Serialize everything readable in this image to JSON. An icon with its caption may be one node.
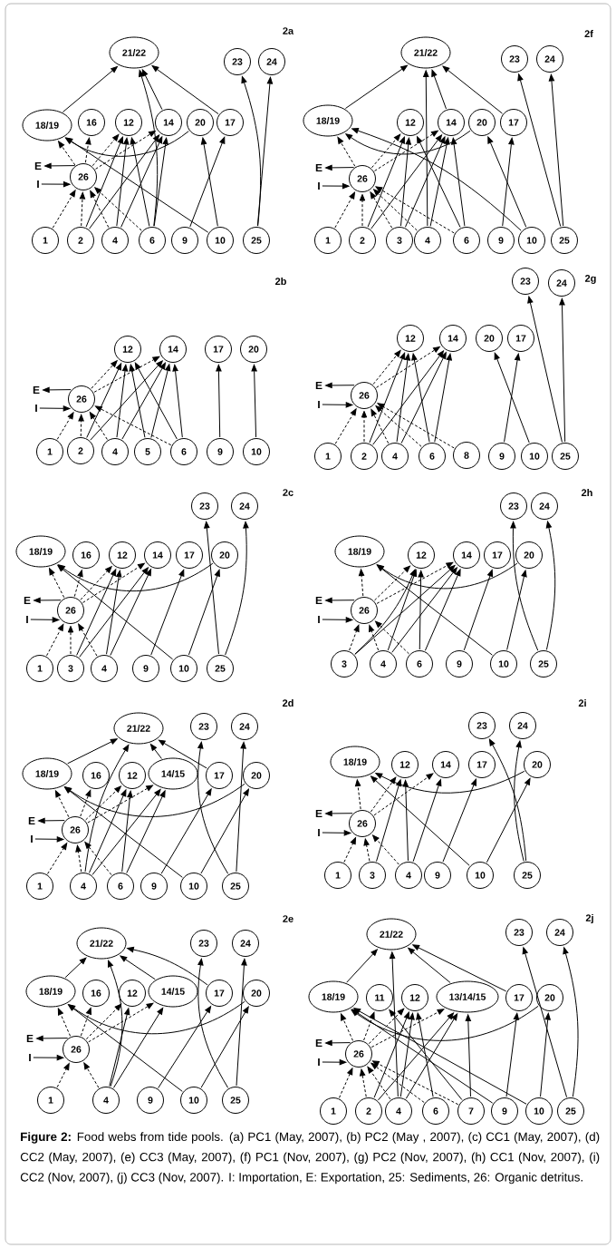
{
  "diagram": {
    "caption": "**Figure 2:** Food webs from tide pools. (a) PC1 (May, 2007), (b) PC2 (May , 2007), (c) CC1 (May, 2007), (d) CC2 (May, 2007), (e) CC3 (May, 2007), (f) PC1 (Nov, 2007), (g) PC2 (Nov, 2007), (h) CC1 (Nov, 2007), (i) CC2 (Nov, 2007), (j) CC3 (Nov, 2007). I: Importation, E: Exportation, 25: Sediments, 26: Organic detritus.",
    "nodes": [
      {
        "text": [
          "21/22"
        ]
      },
      {
        "text": [
          "23"
        ]
      },
      {
        "text": [
          "24"
        ]
      },
      {
        "text": [
          "18/19"
        ]
      },
      {
        "text": [
          "16"
        ]
      },
      {
        "text": [
          "12"
        ]
      },
      {
        "text": [
          "14"
        ]
      },
      {
        "text": [
          "20"
        ]
      },
      {
        "text": [
          "17"
        ]
      },
      {
        "text": [
          "E"
        ]
      },
      {
        "text": [
          "26"
        ]
      },
      {
        "text": [
          "I"
        ]
      },
      {
        "text": [
          "1"
        ]
      },
      {
        "text": [
          "2"
        ]
      },
      {
        "text": [
          "4"
        ]
      },
      {
        "text": [
          "6"
        ]
      },
      {
        "text": [
          "9"
        ]
      },
      {
        "text": [
          "10"
        ]
      },
      {
        "text": [
          "25"
        ]
      },
      {
        "text": [
          "21/22"
        ]
      },
      {
        "text": [
          "23"
        ]
      },
      {
        "text": [
          "24"
        ]
      },
      {
        "text": [
          "18/19"
        ]
      },
      {
        "text": [
          "12"
        ]
      },
      {
        "text": [
          "14"
        ]
      },
      {
        "text": [
          "20"
        ]
      },
      {
        "text": [
          "17"
        ]
      },
      {
        "text": [
          "E"
        ]
      },
      {
        "text": [
          "26"
        ]
      },
      {
        "text": [
          "I"
        ]
      },
      {
        "text": [
          "1"
        ]
      },
      {
        "text": [
          "2"
        ]
      },
      {
        "text": [
          "3"
        ]
      },
      {
        "text": [
          "4"
        ]
      },
      {
        "text": [
          "6"
        ]
      },
      {
        "text": [
          "9"
        ]
      },
      {
        "text": [
          "10"
        ]
      },
      {
        "text": [
          "25"
        ]
      },
      {
        "text": [
          "12"
        ]
      },
      {
        "text": [
          "14"
        ]
      },
      {
        "text": [
          "17"
        ]
      },
      {
        "text": [
          "20"
        ]
      },
      {
        "text": [
          "E"
        ]
      },
      {
        "text": [
          "26"
        ]
      },
      {
        "text": [
          "I"
        ]
      },
      {
        "text": [
          "1"
        ]
      },
      {
        "text": [
          "2"
        ]
      },
      {
        "text": [
          "4"
        ]
      },
      {
        "text": [
          "5"
        ]
      },
      {
        "text": [
          "6"
        ]
      },
      {
        "text": [
          "9"
        ]
      },
      {
        "text": [
          "10"
        ]
      },
      {
        "text": [
          "23"
        ]
      },
      {
        "text": [
          "24"
        ]
      },
      {
        "text": [
          "12"
        ]
      },
      {
        "text": [
          "14"
        ]
      },
      {
        "text": [
          "20"
        ]
      },
      {
        "text": [
          "17"
        ]
      },
      {
        "text": [
          "E"
        ]
      },
      {
        "text": [
          "26"
        ]
      },
      {
        "text": [
          "I"
        ]
      },
      {
        "text": [
          "1"
        ]
      },
      {
        "text": [
          "2"
        ]
      },
      {
        "text": [
          "4"
        ]
      },
      {
        "text": [
          "6"
        ]
      },
      {
        "text": [
          "8"
        ]
      },
      {
        "text": [
          "9"
        ]
      },
      {
        "text": [
          "10"
        ]
      },
      {
        "text": [
          "25"
        ]
      },
      {
        "text": [
          "23"
        ]
      },
      {
        "text": [
          "24"
        ]
      },
      {
        "text": [
          "18/19"
        ]
      },
      {
        "text": [
          "16"
        ]
      },
      {
        "text": [
          "12"
        ]
      },
      {
        "text": [
          "14"
        ]
      },
      {
        "text": [
          "17"
        ]
      },
      {
        "text": [
          "20"
        ]
      },
      {
        "text": [
          "E"
        ]
      },
      {
        "text": [
          "26"
        ]
      },
      {
        "text": [
          "I"
        ]
      },
      {
        "text": [
          "1"
        ]
      },
      {
        "text": [
          "3"
        ]
      },
      {
        "text": [
          "4"
        ]
      },
      {
        "text": [
          "9"
        ]
      },
      {
        "text": [
          "10"
        ]
      },
      {
        "text": [
          "25"
        ]
      },
      {
        "text": [
          "23"
        ]
      },
      {
        "text": [
          "24"
        ]
      },
      {
        "text": [
          "18/19"
        ]
      },
      {
        "text": [
          "12"
        ]
      },
      {
        "text": [
          "14"
        ]
      },
      {
        "text": [
          "17"
        ]
      },
      {
        "text": [
          "20"
        ]
      },
      {
        "text": [
          "E"
        ]
      },
      {
        "text": [
          "26"
        ]
      },
      {
        "text": [
          "I"
        ]
      },
      {
        "text": [
          "3"
        ]
      },
      {
        "text": [
          "4"
        ]
      },
      {
        "text": [
          "6"
        ]
      },
      {
        "text": [
          "9"
        ]
      },
      {
        "text": [
          "10"
        ]
      },
      {
        "text": [
          "25"
        ]
      },
      {
        "text": [
          "21/22"
        ]
      },
      {
        "text": [
          "23"
        ]
      },
      {
        "text": [
          "24"
        ]
      },
      {
        "text": [
          "18/19"
        ]
      },
      {
        "text": [
          "16"
        ]
      },
      {
        "text": [
          "12"
        ]
      },
      {
        "text": [
          "14/15"
        ]
      },
      {
        "text": [
          "17"
        ]
      },
      {
        "text": [
          "20"
        ]
      },
      {
        "text": [
          "E"
        ]
      },
      {
        "text": [
          "26"
        ]
      },
      {
        "text": [
          "I"
        ]
      },
      {
        "text": [
          "1"
        ]
      },
      {
        "text": [
          "4"
        ]
      },
      {
        "text": [
          "6"
        ]
      },
      {
        "text": [
          "9"
        ]
      },
      {
        "text": [
          "10"
        ]
      },
      {
        "text": [
          "25"
        ]
      },
      {
        "text": [
          "23"
        ]
      },
      {
        "text": [
          "24"
        ]
      },
      {
        "text": [
          "18/19"
        ]
      },
      {
        "text": [
          "12"
        ]
      },
      {
        "text": [
          "14"
        ]
      },
      {
        "text": [
          "17"
        ]
      },
      {
        "text": [
          "20"
        ]
      },
      {
        "text": [
          "E"
        ]
      },
      {
        "text": [
          "26"
        ]
      },
      {
        "text": [
          "I"
        ]
      },
      {
        "text": [
          "1"
        ]
      },
      {
        "text": [
          "3"
        ]
      },
      {
        "text": [
          "4"
        ]
      },
      {
        "text": [
          "9"
        ]
      },
      {
        "text": [
          "10"
        ]
      },
      {
        "text": [
          "25"
        ]
      },
      {
        "text": [
          "21/22"
        ]
      },
      {
        "text": [
          "23"
        ]
      },
      {
        "text": [
          "24"
        ]
      },
      {
        "text": [
          "18/19"
        ]
      },
      {
        "text": [
          "16"
        ]
      },
      {
        "text": [
          "12"
        ]
      },
      {
        "text": [
          "14/15"
        ]
      },
      {
        "text": [
          "17"
        ]
      },
      {
        "text": [
          "20"
        ]
      },
      {
        "text": [
          "E"
        ]
      },
      {
        "text": [
          "26"
        ]
      },
      {
        "text": [
          "I"
        ]
      },
      {
        "text": [
          "1"
        ]
      },
      {
        "text": [
          "4"
        ]
      },
      {
        "text": [
          "9"
        ]
      },
      {
        "text": [
          "10"
        ]
      },
      {
        "text": [
          "25"
        ]
      },
      {
        "text": [
          "21/22"
        ]
      },
      {
        "text": [
          "23"
        ]
      },
      {
        "text": [
          "24"
        ]
      },
      {
        "text": [
          "18/19"
        ]
      },
      {
        "text": [
          "11"
        ]
      },
      {
        "text": [
          "12"
        ]
      },
      {
        "text": [
          "13/14/15"
        ]
      },
      {
        "text": [
          "17"
        ]
      },
      {
        "text": [
          "20"
        ]
      },
      {
        "text": [
          "E"
        ]
      },
      {
        "text": [
          "26"
        ]
      },
      {
        "text": [
          "I"
        ]
      },
      {
        "text": [
          "1"
        ]
      },
      {
        "text": [
          "2"
        ]
      },
      {
        "text": [
          "4"
        ]
      },
      {
        "text": [
          "6"
        ]
      },
      {
        "text": [
          "7"
        ]
      },
      {
        "text": [
          "9"
        ]
      },
      {
        "text": [
          "10"
        ]
      },
      {
        "text": [
          "25"
        ]
      }
    ],
    "edges": [
      {
        "from": 3,
        "to": 0,
        "arrow": "to"
      },
      {
        "from": 6,
        "to": 0,
        "arrow": "to"
      },
      {
        "from": 8,
        "to": 0,
        "arrow": "to"
      },
      {
        "from": 15,
        "to": 0,
        "arrow": "to"
      },
      {
        "from": 18,
        "to": 1,
        "arrow": "to"
      },
      {
        "from": 18,
        "to": 2,
        "arrow": "to"
      },
      {
        "from": 10,
        "to": 9,
        "arrow": "to"
      },
      {
        "from": 11,
        "to": 10,
        "arrow": "to"
      },
      {
        "from": 12,
        "to": 10,
        "arrow": "to",
        "style": "dashed"
      },
      {
        "from": 13,
        "to": 10,
        "arrow": "to",
        "style": "dashed"
      },
      {
        "from": 14,
        "to": 10,
        "arrow": "to",
        "style": "dashed"
      },
      {
        "from": 15,
        "to": 10,
        "arrow": "to",
        "style": "dashed"
      },
      {
        "from": 10,
        "to": 3,
        "arrow": "to",
        "style": "dashed"
      },
      {
        "from": 10,
        "to": 4,
        "arrow": "to",
        "style": "dashed"
      },
      {
        "from": 10,
        "to": 5,
        "arrow": "to",
        "style": "dashed"
      },
      {
        "from": 10,
        "to": 6,
        "arrow": "to",
        "style": "dashed"
      },
      {
        "from": 7,
        "to": 3,
        "arrow": "to"
      },
      {
        "from": 13,
        "to": 5,
        "arrow": "to"
      },
      {
        "from": 14,
        "to": 5,
        "arrow": "to"
      },
      {
        "from": 13,
        "to": 6,
        "arrow": "to"
      },
      {
        "from": 14,
        "to": 6,
        "arrow": "to"
      },
      {
        "from": 15,
        "to": 6,
        "arrow": "to"
      },
      {
        "from": 15,
        "to": 5,
        "arrow": "to"
      },
      {
        "from": 17,
        "to": 3,
        "arrow": "to"
      },
      {
        "from": 17,
        "to": 7,
        "arrow": "to"
      },
      {
        "from": 16,
        "to": 8,
        "arrow": "to"
      },
      {
        "from": 22,
        "to": 19,
        "arrow": "to"
      },
      {
        "from": 33,
        "to": 19,
        "arrow": "to"
      },
      {
        "from": 24,
        "to": 19,
        "arrow": "to"
      },
      {
        "from": 26,
        "to": 19,
        "arrow": "to"
      },
      {
        "from": 37,
        "to": 20,
        "arrow": "to"
      },
      {
        "from": 37,
        "to": 21,
        "arrow": "to"
      },
      {
        "from": 28,
        "to": 27,
        "arrow": "to"
      },
      {
        "from": 29,
        "to": 28,
        "arrow": "to"
      },
      {
        "from": 30,
        "to": 28,
        "arrow": "to",
        "style": "dashed"
      },
      {
        "from": 31,
        "to": 28,
        "arrow": "to",
        "style": "dashed"
      },
      {
        "from": 32,
        "to": 28,
        "arrow": "to",
        "style": "dashed"
      },
      {
        "from": 33,
        "to": 28,
        "arrow": "to",
        "style": "dashed"
      },
      {
        "from": 34,
        "to": 28,
        "arrow": "to",
        "style": "dashed"
      },
      {
        "from": 28,
        "to": 22,
        "arrow": "to",
        "style": "dashed"
      },
      {
        "from": 28,
        "to": 23,
        "arrow": "to",
        "style": "dashed"
      },
      {
        "from": 28,
        "to": 24,
        "arrow": "to",
        "style": "dashed"
      },
      {
        "from": 25,
        "to": 22,
        "arrow": "to"
      },
      {
        "from": 31,
        "to": 23,
        "arrow": "to"
      },
      {
        "from": 32,
        "to": 23,
        "arrow": "to"
      },
      {
        "from": 31,
        "to": 24,
        "arrow": "to"
      },
      {
        "from": 32,
        "to": 24,
        "arrow": "to"
      },
      {
        "from": 33,
        "to": 24,
        "arrow": "to"
      },
      {
        "from": 34,
        "to": 24,
        "arrow": "to"
      },
      {
        "from": 34,
        "to": 23,
        "arrow": "to"
      },
      {
        "from": 36,
        "to": 22,
        "arrow": "to"
      },
      {
        "from": 36,
        "to": 25,
        "arrow": "to"
      },
      {
        "from": 35,
        "to": 26,
        "arrow": "to"
      },
      {
        "from": 43,
        "to": 42,
        "arrow": "to"
      },
      {
        "from": 44,
        "to": 43,
        "arrow": "to"
      },
      {
        "from": 45,
        "to": 43,
        "arrow": "to",
        "style": "dashed"
      },
      {
        "from": 46,
        "to": 43,
        "arrow": "to",
        "style": "dashed"
      },
      {
        "from": 47,
        "to": 43,
        "arrow": "to",
        "style": "dashed"
      },
      {
        "from": 49,
        "to": 43,
        "arrow": "to",
        "style": "dashed"
      },
      {
        "from": 43,
        "to": 38,
        "arrow": "to",
        "style": "dashed"
      },
      {
        "from": 43,
        "to": 39,
        "arrow": "to",
        "style": "dashed"
      },
      {
        "from": 46,
        "to": 38,
        "arrow": "to"
      },
      {
        "from": 47,
        "to": 38,
        "arrow": "to"
      },
      {
        "from": 48,
        "to": 38,
        "arrow": "to"
      },
      {
        "from": 49,
        "to": 38,
        "arrow": "to"
      },
      {
        "from": 46,
        "to": 39,
        "arrow": "to"
      },
      {
        "from": 47,
        "to": 39,
        "arrow": "to"
      },
      {
        "from": 48,
        "to": 39,
        "arrow": "to"
      },
      {
        "from": 49,
        "to": 39,
        "arrow": "to"
      },
      {
        "from": 50,
        "to": 40,
        "arrow": "to"
      },
      {
        "from": 51,
        "to": 41,
        "arrow": "to"
      },
      {
        "from": 59,
        "to": 58,
        "arrow": "to"
      },
      {
        "from": 60,
        "to": 59,
        "arrow": "to"
      },
      {
        "from": 61,
        "to": 59,
        "arrow": "to",
        "style": "dashed"
      },
      {
        "from": 62,
        "to": 59,
        "arrow": "to",
        "style": "dashed"
      },
      {
        "from": 63,
        "to": 59,
        "arrow": "to",
        "style": "dashed"
      },
      {
        "from": 64,
        "to": 59,
        "arrow": "to",
        "style": "dashed"
      },
      {
        "from": 65,
        "to": 59,
        "arrow": "to",
        "style": "dashed"
      },
      {
        "from": 59,
        "to": 54,
        "arrow": "to",
        "style": "dashed"
      },
      {
        "from": 59,
        "to": 55,
        "arrow": "to",
        "style": "dashed"
      },
      {
        "from": 62,
        "to": 54,
        "arrow": "to"
      },
      {
        "from": 63,
        "to": 54,
        "arrow": "to"
      },
      {
        "from": 64,
        "to": 54,
        "arrow": "to"
      },
      {
        "from": 62,
        "to": 55,
        "arrow": "to"
      },
      {
        "from": 63,
        "to": 55,
        "arrow": "to"
      },
      {
        "from": 64,
        "to": 55,
        "arrow": "to"
      },
      {
        "from": 67,
        "to": 56,
        "arrow": "to"
      },
      {
        "from": 66,
        "to": 57,
        "arrow": "to"
      },
      {
        "from": 68,
        "to": 52,
        "arrow": "to"
      },
      {
        "from": 68,
        "to": 53,
        "arrow": "to"
      },
      {
        "from": 76,
        "to": 71,
        "arrow": "to"
      },
      {
        "from": 78,
        "to": 77,
        "arrow": "to"
      },
      {
        "from": 79,
        "to": 78,
        "arrow": "to"
      },
      {
        "from": 80,
        "to": 78,
        "arrow": "to",
        "style": "dashed"
      },
      {
        "from": 81,
        "to": 78,
        "arrow": "to",
        "style": "dashed"
      },
      {
        "from": 82,
        "to": 78,
        "arrow": "to",
        "style": "dashed"
      },
      {
        "from": 78,
        "to": 71,
        "arrow": "to",
        "style": "dashed"
      },
      {
        "from": 78,
        "to": 72,
        "arrow": "to",
        "style": "dashed"
      },
      {
        "from": 78,
        "to": 73,
        "arrow": "to",
        "style": "dashed"
      },
      {
        "from": 78,
        "to": 74,
        "arrow": "to",
        "style": "dashed"
      },
      {
        "from": 81,
        "to": 73,
        "arrow": "to"
      },
      {
        "from": 82,
        "to": 73,
        "arrow": "to"
      },
      {
        "from": 81,
        "to": 74,
        "arrow": "to"
      },
      {
        "from": 82,
        "to": 74,
        "arrow": "to"
      },
      {
        "from": 83,
        "to": 75,
        "arrow": "to"
      },
      {
        "from": 84,
        "to": 76,
        "arrow": "to"
      },
      {
        "from": 84,
        "to": 71,
        "arrow": "to"
      },
      {
        "from": 85,
        "to": 69,
        "arrow": "to"
      },
      {
        "from": 85,
        "to": 70,
        "arrow": "to"
      },
      {
        "from": 92,
        "to": 88,
        "arrow": "to"
      },
      {
        "from": 94,
        "to": 93,
        "arrow": "to"
      },
      {
        "from": 95,
        "to": 94,
        "arrow": "to"
      },
      {
        "from": 96,
        "to": 94,
        "arrow": "to",
        "style": "dashed"
      },
      {
        "from": 97,
        "to": 94,
        "arrow": "to",
        "style": "dashed"
      },
      {
        "from": 98,
        "to": 94,
        "arrow": "to",
        "style": "dashed"
      },
      {
        "from": 94,
        "to": 88,
        "arrow": "to",
        "style": "dashed"
      },
      {
        "from": 94,
        "to": 89,
        "arrow": "to",
        "style": "dashed"
      },
      {
        "from": 94,
        "to": 90,
        "arrow": "to",
        "style": "dashed"
      },
      {
        "from": 96,
        "to": 89,
        "arrow": "to"
      },
      {
        "from": 97,
        "to": 89,
        "arrow": "to"
      },
      {
        "from": 96,
        "to": 90,
        "arrow": "to"
      },
      {
        "from": 97,
        "to": 90,
        "arrow": "to"
      },
      {
        "from": 98,
        "to": 90,
        "arrow": "to"
      },
      {
        "from": 98,
        "to": 89,
        "arrow": "to"
      },
      {
        "from": 99,
        "to": 91,
        "arrow": "to"
      },
      {
        "from": 100,
        "to": 88,
        "arrow": "to"
      },
      {
        "from": 100,
        "to": 92,
        "arrow": "to"
      },
      {
        "from": 101,
        "to": 86,
        "arrow": "to"
      },
      {
        "from": 101,
        "to": 87,
        "arrow": "to"
      },
      {
        "from": 105,
        "to": 102,
        "arrow": "to"
      },
      {
        "from": 108,
        "to": 102,
        "arrow": "to"
      },
      {
        "from": 109,
        "to": 102,
        "arrow": "to"
      },
      {
        "from": 115,
        "to": 102,
        "arrow": "to"
      },
      {
        "from": 110,
        "to": 105,
        "arrow": "to"
      },
      {
        "from": 112,
        "to": 111,
        "arrow": "to"
      },
      {
        "from": 113,
        "to": 112,
        "arrow": "to"
      },
      {
        "from": 114,
        "to": 112,
        "arrow": "to",
        "style": "dashed"
      },
      {
        "from": 115,
        "to": 112,
        "arrow": "to",
        "style": "dashed"
      },
      {
        "from": 116,
        "to": 112,
        "arrow": "to",
        "style": "dashed"
      },
      {
        "from": 112,
        "to": 105,
        "arrow": "to",
        "style": "dashed"
      },
      {
        "from": 112,
        "to": 106,
        "arrow": "to",
        "style": "dashed"
      },
      {
        "from": 112,
        "to": 107,
        "arrow": "to",
        "style": "dashed"
      },
      {
        "from": 112,
        "to": 108,
        "arrow": "to",
        "style": "dashed"
      },
      {
        "from": 115,
        "to": 107,
        "arrow": "to"
      },
      {
        "from": 116,
        "to": 107,
        "arrow": "to"
      },
      {
        "from": 115,
        "to": 108,
        "arrow": "to"
      },
      {
        "from": 116,
        "to": 108,
        "arrow": "to"
      },
      {
        "from": 117,
        "to": 109,
        "arrow": "to"
      },
      {
        "from": 118,
        "to": 110,
        "arrow": "to"
      },
      {
        "from": 118,
        "to": 105,
        "arrow": "to"
      },
      {
        "from": 119,
        "to": 103,
        "arrow": "to"
      },
      {
        "from": 119,
        "to": 104,
        "arrow": "to"
      },
      {
        "from": 126,
        "to": 122,
        "arrow": "to"
      },
      {
        "from": 128,
        "to": 127,
        "arrow": "to"
      },
      {
        "from": 129,
        "to": 128,
        "arrow": "to"
      },
      {
        "from": 130,
        "to": 128,
        "arrow": "to",
        "style": "dashed"
      },
      {
        "from": 131,
        "to": 128,
        "arrow": "to",
        "style": "dashed"
      },
      {
        "from": 132,
        "to": 128,
        "arrow": "to",
        "style": "dashed"
      },
      {
        "from": 128,
        "to": 122,
        "arrow": "to",
        "style": "dashed"
      },
      {
        "from": 128,
        "to": 123,
        "arrow": "to",
        "style": "dashed"
      },
      {
        "from": 128,
        "to": 124,
        "arrow": "to",
        "style": "dashed"
      },
      {
        "from": 131,
        "to": 123,
        "arrow": "to"
      },
      {
        "from": 132,
        "to": 123,
        "arrow": "to"
      },
      {
        "from": 132,
        "to": 124,
        "arrow": "to"
      },
      {
        "from": 133,
        "to": 125,
        "arrow": "to"
      },
      {
        "from": 134,
        "to": 126,
        "arrow": "to"
      },
      {
        "from": 134,
        "to": 122,
        "arrow": "to"
      },
      {
        "from": 135,
        "to": 120,
        "arrow": "to"
      },
      {
        "from": 135,
        "to": 121,
        "arrow": "to"
      },
      {
        "from": 139,
        "to": 136,
        "arrow": "to"
      },
      {
        "from": 142,
        "to": 136,
        "arrow": "to"
      },
      {
        "from": 143,
        "to": 136,
        "arrow": "to"
      },
      {
        "from": 149,
        "to": 136,
        "arrow": "to"
      },
      {
        "from": 144,
        "to": 139,
        "arrow": "to"
      },
      {
        "from": 146,
        "to": 145,
        "arrow": "to"
      },
      {
        "from": 147,
        "to": 146,
        "arrow": "to"
      },
      {
        "from": 148,
        "to": 146,
        "arrow": "to",
        "style": "dashed"
      },
      {
        "from": 149,
        "to": 146,
        "arrow": "to",
        "style": "dashed"
      },
      {
        "from": 146,
        "to": 139,
        "arrow": "to",
        "style": "dashed"
      },
      {
        "from": 146,
        "to": 140,
        "arrow": "to",
        "style": "dashed"
      },
      {
        "from": 146,
        "to": 141,
        "arrow": "to",
        "style": "dashed"
      },
      {
        "from": 146,
        "to": 142,
        "arrow": "to",
        "style": "dashed"
      },
      {
        "from": 149,
        "to": 141,
        "arrow": "to"
      },
      {
        "from": 149,
        "to": 142,
        "arrow": "to"
      },
      {
        "from": 150,
        "to": 143,
        "arrow": "to"
      },
      {
        "from": 151,
        "to": 144,
        "arrow": "to"
      },
      {
        "from": 151,
        "to": 139,
        "arrow": "to"
      },
      {
        "from": 152,
        "to": 137,
        "arrow": "to"
      },
      {
        "from": 152,
        "to": 138,
        "arrow": "to"
      },
      {
        "from": 156,
        "to": 153,
        "arrow": "to"
      },
      {
        "from": 167,
        "to": 153,
        "arrow": "to"
      },
      {
        "from": 159,
        "to": 153,
        "arrow": "to"
      },
      {
        "from": 160,
        "to": 153,
        "arrow": "to"
      },
      {
        "from": 161,
        "to": 156,
        "arrow": "to"
      },
      {
        "from": 163,
        "to": 162,
        "arrow": "to"
      },
      {
        "from": 164,
        "to": 163,
        "arrow": "to"
      },
      {
        "from": 165,
        "to": 163,
        "arrow": "to",
        "style": "dashed"
      },
      {
        "from": 166,
        "to": 163,
        "arrow": "to",
        "style": "dashed"
      },
      {
        "from": 167,
        "to": 163,
        "arrow": "to",
        "style": "dashed"
      },
      {
        "from": 168,
        "to": 163,
        "arrow": "to",
        "style": "dashed"
      },
      {
        "from": 169,
        "to": 163,
        "arrow": "to",
        "style": "dashed"
      },
      {
        "from": 163,
        "to": 156,
        "arrow": "to",
        "style": "dashed"
      },
      {
        "from": 163,
        "to": 157,
        "arrow": "to",
        "style": "dashed"
      },
      {
        "from": 163,
        "to": 158,
        "arrow": "to",
        "style": "dashed"
      },
      {
        "from": 163,
        "to": 159,
        "arrow": "to",
        "style": "dashed"
      },
      {
        "from": 166,
        "to": 158,
        "arrow": "to"
      },
      {
        "from": 167,
        "to": 158,
        "arrow": "to"
      },
      {
        "from": 168,
        "to": 158,
        "arrow": "to"
      },
      {
        "from": 166,
        "to": 159,
        "arrow": "to"
      },
      {
        "from": 167,
        "to": 159,
        "arrow": "to"
      },
      {
        "from": 169,
        "to": 159,
        "arrow": "to"
      },
      {
        "from": 169,
        "to": 157,
        "arrow": "to"
      },
      {
        "from": 170,
        "to": 160,
        "arrow": "to"
      },
      {
        "from": 171,
        "to": 161,
        "arrow": "to"
      },
      {
        "from": 170,
        "to": 156,
        "arrow": "to"
      },
      {
        "from": 171,
        "to": 156,
        "arrow": "to"
      },
      {
        "from": 172,
        "to": 154,
        "arrow": "to"
      },
      {
        "from": 172,
        "to": 155,
        "arrow": "to"
      }
    ],
    "labels": [
      "2a",
      "2f",
      "2b",
      "2g",
      "2c",
      "2h",
      "2d",
      "2i",
      "2e",
      "2j"
    ]
  }
}
